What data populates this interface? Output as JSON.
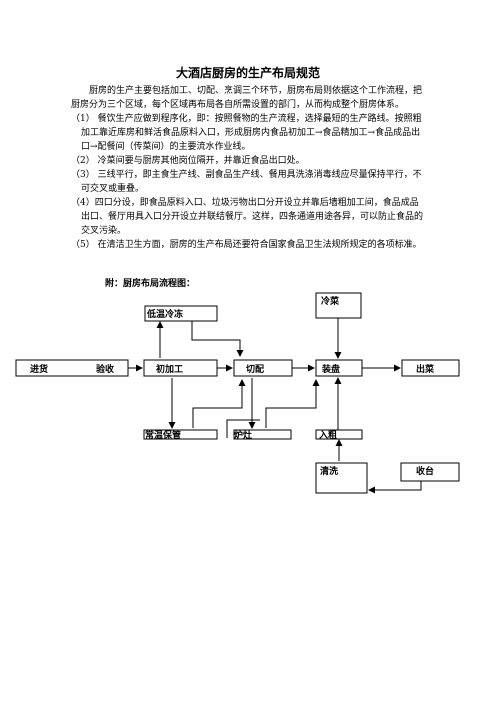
{
  "title": "大酒店厨房的生产布局规范",
  "paragraphs": [
    "厨房的生产主要包括加工、切配、烹调三个环节，厨房布局则依据这个工作流程，把厨房分为三个区域，每个区域再布局各自所需设置的部门，从而构成整个厨房体系。",
    "（1） 餐饮生产应做到程序化，即：按照餐物的生产流程，选择最短的生产路线。按照粗加工靠近库房和鲜活食品原料入口，形成厨房内食品初加工→食品精加工→食品成品出口→配餐间（传菜间）的主要流水作业线。",
    "（2） 冷菜间要与厨房其他岗位隔开，并靠近食品出口处。",
    "（3） 三线平行，即主食生产线、副食品生产线、餐用具洗涤消毒线应尽量保持平行，不可交叉或重叠。",
    "（4）四口分设，即食品原料入口、垃圾污物出口分开设立并靠后墙粗加工间，食品成品出口、餐厅用具入口分开设立并联结餐厅。这样，四条通道用途各异，可以防止食品的交叉污染。",
    "（5） 在清洁卫生方面，厨房的生产布局还要符合国家食品卫生法规所规定的各项标准。"
  ],
  "appendix_label": "附：厨房布局流程图：",
  "flowchart": {
    "boxes": {
      "jinhuo": "进货",
      "yanshou": "验收",
      "chujiagong": "初加工",
      "qiepei": "切配",
      "zhuangpan": "装盘",
      "chucai": "出菜",
      "diwen": "低温冷冻",
      "lengcai": "冷菜",
      "changwen": "常温保管",
      "luzao": "炉灶",
      "ruzu": "入粗",
      "qingxi": "清洗",
      "shoutai": "收台"
    }
  }
}
